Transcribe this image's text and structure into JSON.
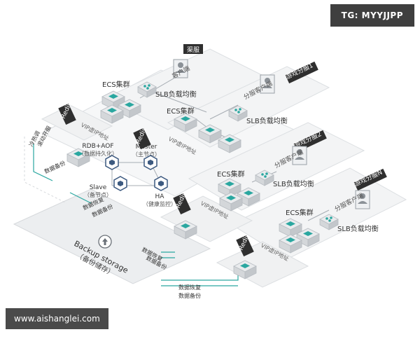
{
  "watermarks": {
    "tg": "TG: MYYJJPP",
    "url": "www.aishanglei.com"
  },
  "regions": {
    "client_top": "渠服",
    "game_1": "游戏分服1",
    "game_2": "游戏分服2",
    "game_n": "游戏分服N"
  },
  "labels": {
    "client": "客户端",
    "split_client": "分服客户端",
    "ecs": "ECS集群",
    "slb": "SLB负载均衡",
    "redis": "Redis",
    "vip": "VIP虚IP地址",
    "rdb_aof_1": "RDB+AOF",
    "rdb_aof_2": "（数据持久化）",
    "master_1": "Master",
    "master_2": "（主节点）",
    "slave_1": "Slave",
    "slave_2": "（备节点）",
    "ha_1": "HA",
    "ha_2": "（健康监控）",
    "cold_1": "冷热调",
    "cold_2": "滚动开服",
    "backup_data": "数据备份",
    "restore_data": "数据恢复",
    "backup_storage_1": "Backup storage",
    "backup_storage_2": "（备份储存）"
  },
  "colors": {
    "panel_fill": "#f3f4f5",
    "panel_edge": "#d3d6d9",
    "server_top": "#e8eaec",
    "server_side": "#c9ccd0",
    "teal": "#2aa7a0",
    "tag_bg": "#2f2f2f",
    "line": "#a7adb3"
  },
  "icons": [
    "person-icon",
    "server-icon",
    "balancer-icon",
    "cube-icon",
    "hexagon-node-icon",
    "upload-arrow-icon"
  ]
}
